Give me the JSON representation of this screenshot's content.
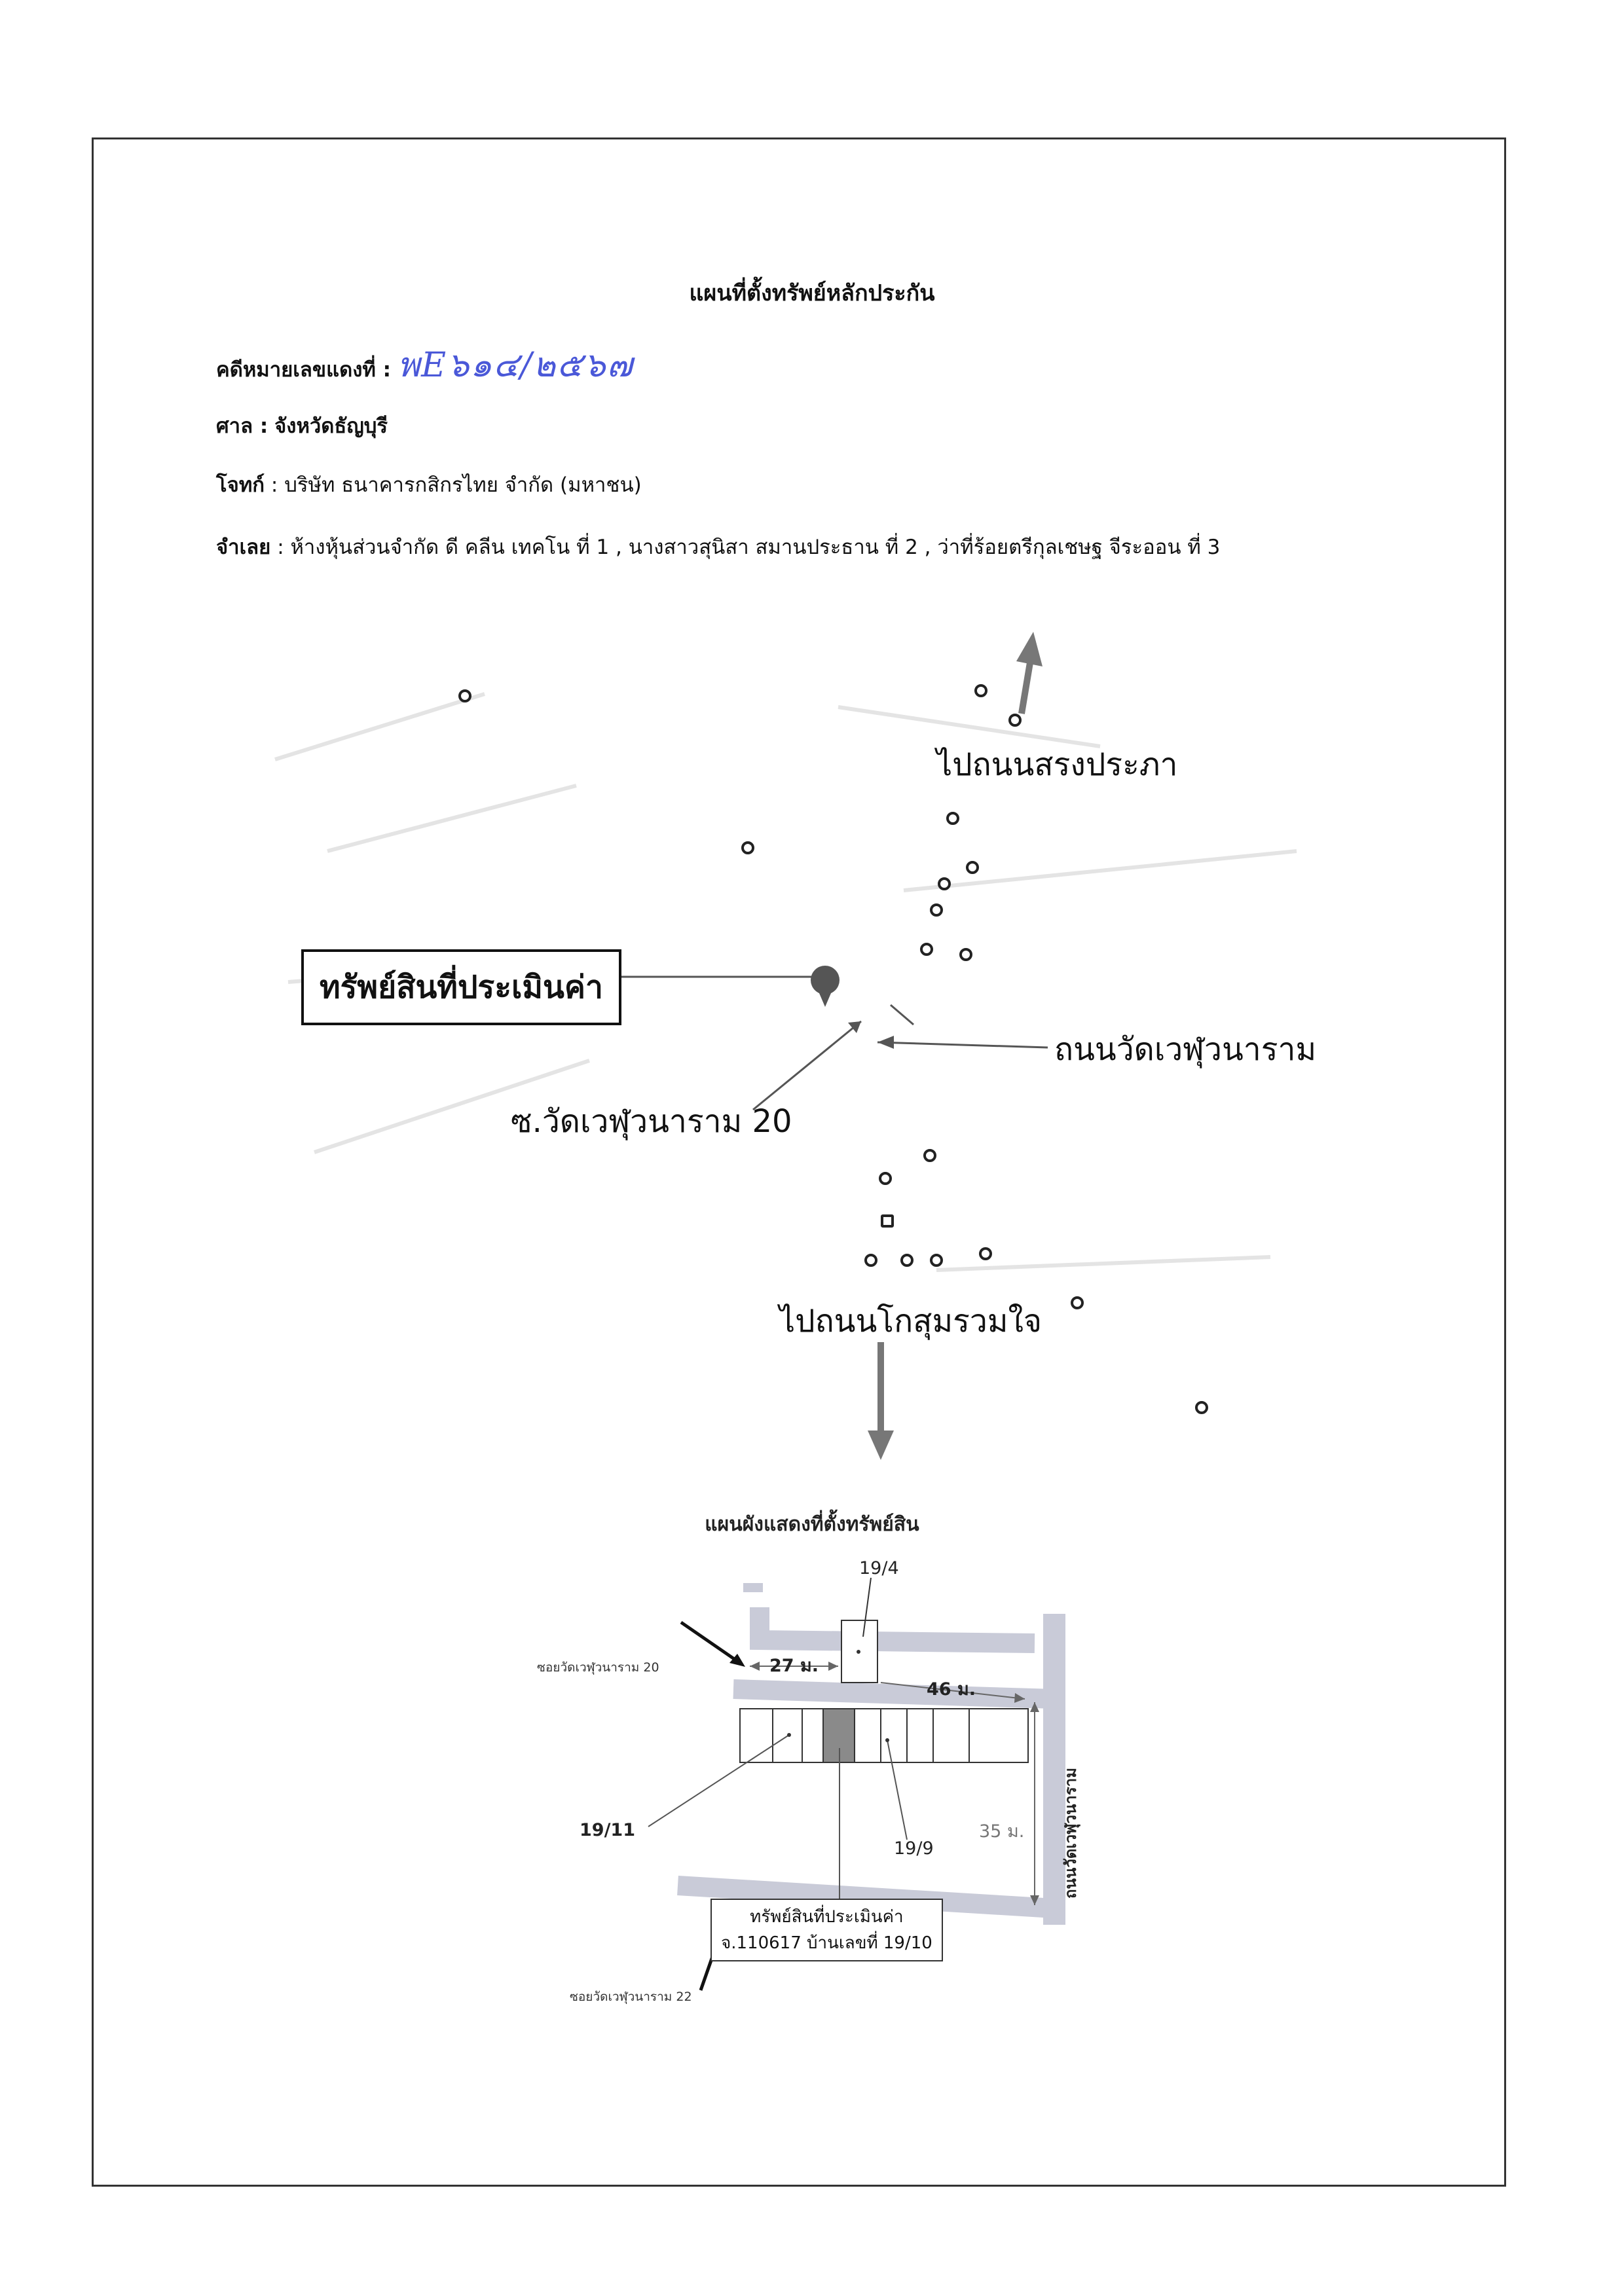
{
  "header": {
    "title": "แผนที่ตั้งทรัพย์หลักประกัน",
    "case_label": "คดีหมายเลขแดงที่ :",
    "case_number_handwritten": "พE๖๑๔/๒๕๖๗",
    "court_label": "ศาล :",
    "court_value": "จังหวัดธัญบุรี",
    "plaintiff_label": "โจทก์",
    "plaintiff_value": ": บริษัท ธนาคารกสิกรไทย จำกัด (มหาชน)",
    "defendant_label": "จำเลย",
    "defendant_value": ": ห้างหุ้นส่วนจำกัด ดี คลีน เทคโน ที่ 1 , นางสาวสุนิสา สมานประธาน ที่ 2 , ว่าที่ร้อยตรีกุลเชษฐ จีระออน ที่ 3"
  },
  "map": {
    "to_north": "ไปถนนสรงประภา",
    "property": "ทรัพย์สินที่ประเมินค่า",
    "road_main": "ถนนวัดเวฬุวนาราม",
    "soi": "ซ.วัดเวฬุวนาราม 20",
    "to_south": "ไปถนนโกสุมรวมใจ"
  },
  "plan": {
    "title": "แผนผังแสดงที่ตั้งทรัพย์สิน",
    "house_19_4": "19/4",
    "dist_27": "27 ม.",
    "dist_46": "46 ม.",
    "dist_35": "35 ม.",
    "soi_20": "ซอยวัดเวฬุวนาราม 20",
    "soi_22": "ซอยวัดเวฬุวนาราม 22",
    "house_19_11": "19/11",
    "house_19_9": "19/9",
    "road_label": "ถนนวัดเวฬุวนาราม",
    "property_label": "ทรัพย์สินที่ประเมินค่า",
    "property_detail": "จ.110617 บ้านเลขที่ 19/10"
  },
  "colors": {
    "handwriting": "#4a58d8",
    "road_gray": "#c9cbd8",
    "property_fill": "#8a8a8a"
  }
}
